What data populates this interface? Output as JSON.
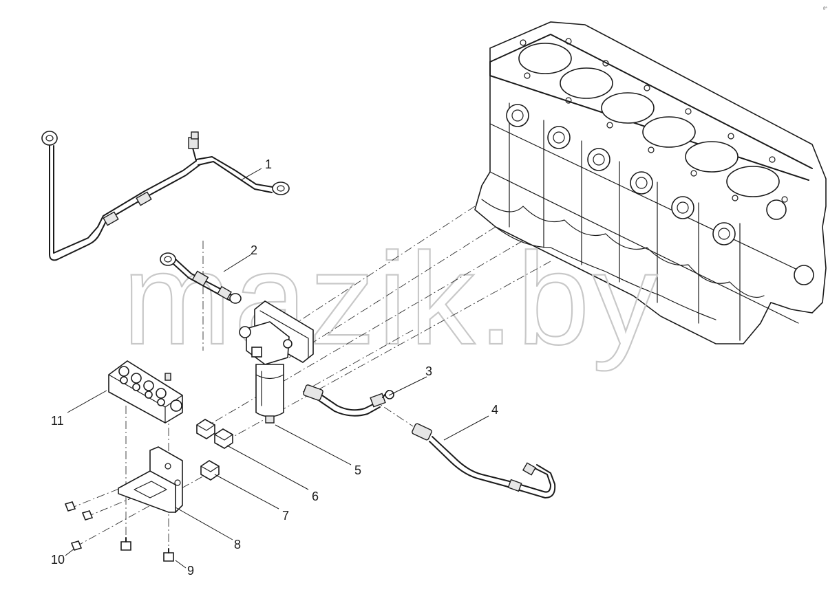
{
  "watermark": "mazik.by",
  "corner_code": "8ª",
  "callouts": [
    "1",
    "2",
    "3",
    "4",
    "5",
    "6",
    "7",
    "8",
    "9",
    "10",
    "11"
  ],
  "colors": {
    "line": "#1a1a1a",
    "watermark": "#c8c8c8",
    "background": "#ffffff"
  }
}
